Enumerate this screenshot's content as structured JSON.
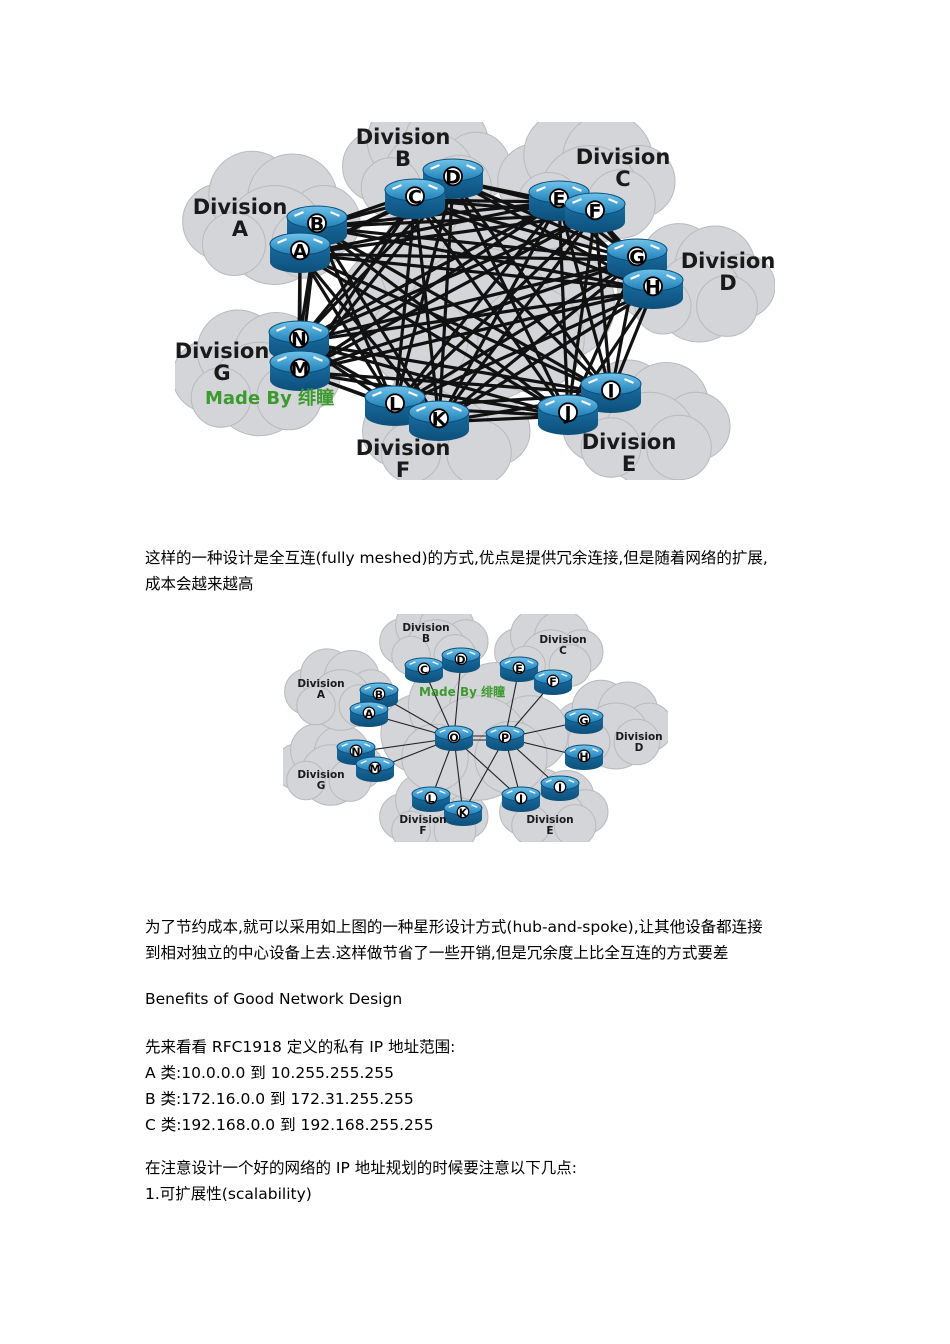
{
  "figure1": {
    "divisions": [
      {
        "id": "A",
        "line1": "Division",
        "line2": "A"
      },
      {
        "id": "B",
        "line1": "Division",
        "line2": "B"
      },
      {
        "id": "C",
        "line1": "Division",
        "line2": "C"
      },
      {
        "id": "D",
        "line1": "Division",
        "line2": "D"
      },
      {
        "id": "E",
        "line1": "Division",
        "line2": "E"
      },
      {
        "id": "F",
        "line1": "Division",
        "line2": "F"
      },
      {
        "id": "G",
        "line1": "Division",
        "line2": "G"
      }
    ],
    "routers": [
      "A",
      "B",
      "C",
      "D",
      "E",
      "F",
      "G",
      "H",
      "I",
      "J",
      "K",
      "L",
      "M",
      "N"
    ],
    "watermark": "Made By 绯瞳"
  },
  "paragraph1": {
    "line1": "这样的一种设计是全互连(fully meshed)的方式,优点是提供冗余连接,但是随着网络的扩展,",
    "line2": "成本会越来越高"
  },
  "figure2": {
    "divisions": [
      {
        "id": "A",
        "line1": "Division",
        "line2": "A"
      },
      {
        "id": "B",
        "line1": "Division",
        "line2": "B"
      },
      {
        "id": "C",
        "line1": "Division",
        "line2": "C"
      },
      {
        "id": "D",
        "line1": "Division",
        "line2": "D"
      },
      {
        "id": "E",
        "line1": "Division",
        "line2": "E"
      },
      {
        "id": "F",
        "line1": "Division",
        "line2": "F"
      },
      {
        "id": "G",
        "line1": "Division",
        "line2": "G"
      }
    ],
    "routers": [
      "A",
      "B",
      "C",
      "D",
      "E",
      "F",
      "G",
      "H",
      "I",
      "J",
      "K",
      "L",
      "M",
      "N",
      "O",
      "P"
    ],
    "watermark": "Made By 绯瞳"
  },
  "paragraph2": {
    "line1": "为了节约成本,就可以采用如上图的一种星形设计方式(hub-and-spoke),让其他设备都连接",
    "line2": "到相对独立的中心设备上去.这样做节省了一些开销,但是冗余度上比全互连的方式要差"
  },
  "heading": "Benefits of Good Network Design",
  "rfc": {
    "intro": "先来看看 RFC1918 定义的私有 IP 地址范围:",
    "class_a": "A 类:10.0.0.0 到 10.255.255.255",
    "class_b": "B 类:172.16.0.0 到 172.31.255.255",
    "class_c": "C 类:192.168.0.0 到 192.168.255.255"
  },
  "notes": {
    "intro": "在注意设计一个好的网络的 IP 地址规划的时候要注意以下几点:",
    "item1": "1.可扩展性(scalability)"
  }
}
